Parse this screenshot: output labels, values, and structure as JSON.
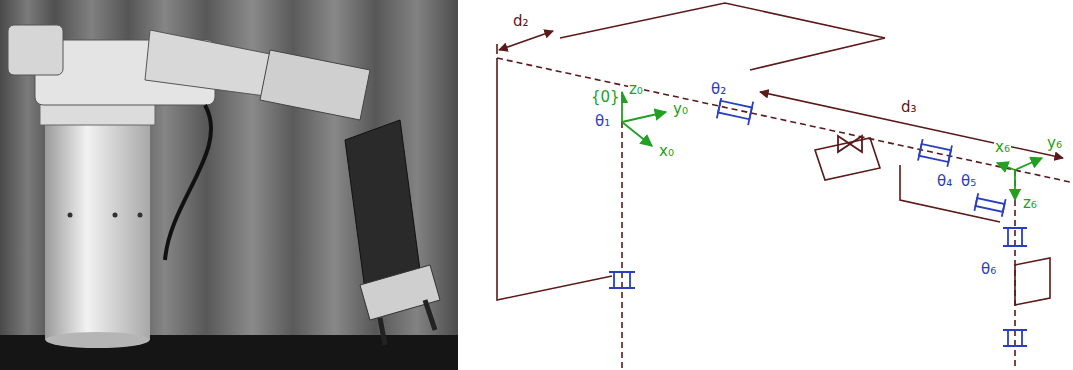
{
  "diagram": {
    "labels": [
      "d₂",
      "{0}",
      "z₀",
      "θ₁",
      "y₀",
      "x₀",
      "θ₂",
      "d₃",
      "x₆",
      "y₆",
      "θ₄",
      "θ₅",
      "z₆",
      "θ₆"
    ]
  }
}
